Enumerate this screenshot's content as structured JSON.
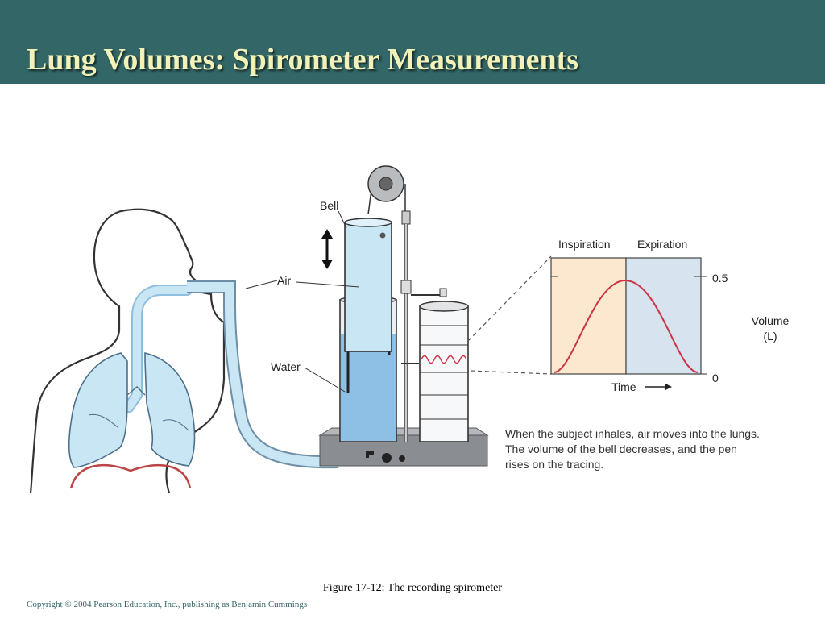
{
  "slide": {
    "title": "Lung Volumes: Spirometer Measurements",
    "caption": "Figure 17-12: The recording spirometer",
    "copyright": "Copyright © 2004 Pearson Education, Inc., publishing as Benjamin Cummings"
  },
  "labels": {
    "bell": "Bell",
    "air": "Air",
    "water": "Water"
  },
  "graph": {
    "inspiration": "Inspiration",
    "expiration": "Expiration",
    "time": "Time",
    "volume": "Volume",
    "unit": "(L)",
    "tick_top": "0.5",
    "tick_bottom": "0"
  },
  "note": [
    "When the subject inhales, air moves into the lungs.",
    "The volume of the bell decreases, and the pen",
    "rises on the tracing."
  ],
  "colors": {
    "header": "#336666",
    "title_text": "#f2f2b8",
    "air_fill": "#c9e6f5",
    "water_fill": "#8ec0e6",
    "inspiration_bg": "#fbe8cf",
    "expiration_bg": "#d7e3ef",
    "trace": "#cc3344"
  }
}
